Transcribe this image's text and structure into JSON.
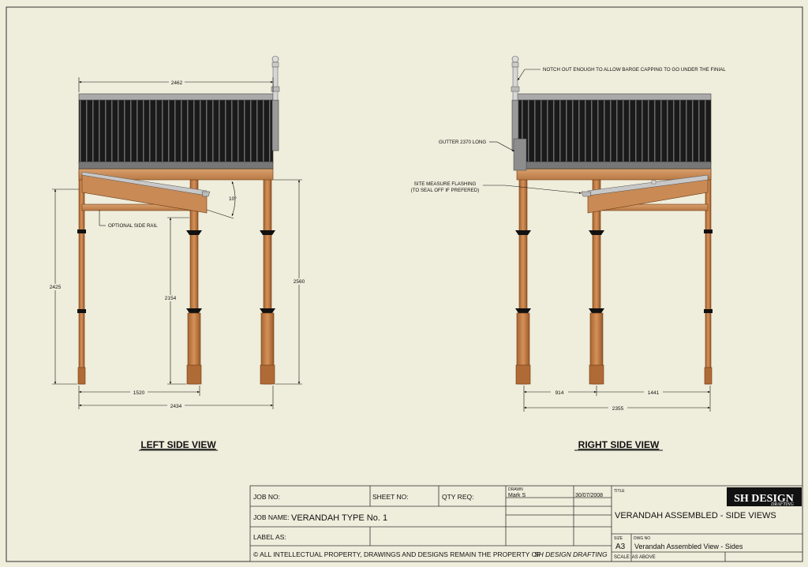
{
  "views": {
    "left": {
      "title": "LEFT SIDE VIEW",
      "dims": {
        "width_top": "2462",
        "height_left": "2425",
        "height_mid": "2154",
        "height_right": "2560",
        "bottom_1": "1520",
        "bottom_2": "2434",
        "angle": "10°"
      },
      "notes": {
        "side_rail": "OPTIONAL SIDE RAIL"
      }
    },
    "right": {
      "title": "RIGHT SIDE VIEW",
      "dims": {
        "bottom_1": "914",
        "bottom_2": "1441",
        "bottom_3": "2355"
      },
      "notes": {
        "notch": "NOTCH OUT ENOUGH TO ALLOW BARGE CAPPING TO GO UNDER THE FINIAL",
        "gutter": "GUTTER 2370 LONG",
        "flashing_1": "SITE MEASURE FLASHING",
        "flashing_2": "(TO SEAL OFF IF PREFERED)"
      }
    }
  },
  "title_block": {
    "job_no_label": "JOB NO:",
    "sheet_no_label": "SHEET NO:",
    "qty_req_label": "QTY REQ:",
    "drawn_label": "DRAWN",
    "drawn_by": "Mark S",
    "date": "30/07/2008",
    "job_name_label": "JOB NAME:",
    "job_name": "VERANDAH TYPE No. 1",
    "label_as_label": "LABEL AS:",
    "copyright": "© ALL INTELLECTUAL PROPERTY, DRAWINGS AND DESIGNS REMAIN THE PROPERTY OF",
    "copyright_company": "SH DESIGN DRAFTING",
    "title_label": "TITLE",
    "title": "VERANDAH ASSEMBLED - SIDE  VIEWS",
    "size_label": "SIZE",
    "size": "A3",
    "dwg_no_label": "DWG NO",
    "dwg_no": "Verandah Assembled View - Sides",
    "scale": "SCALE: AS ABOVE",
    "logo_main": "SH DESIGN",
    "logo_sub": "DRAFTING"
  },
  "colors": {
    "paper": "#efeddb",
    "timber": "#c9834b",
    "timber_dark": "#8a4e22",
    "roof": "#1a1a1a",
    "metal": "#9a9a9a"
  }
}
